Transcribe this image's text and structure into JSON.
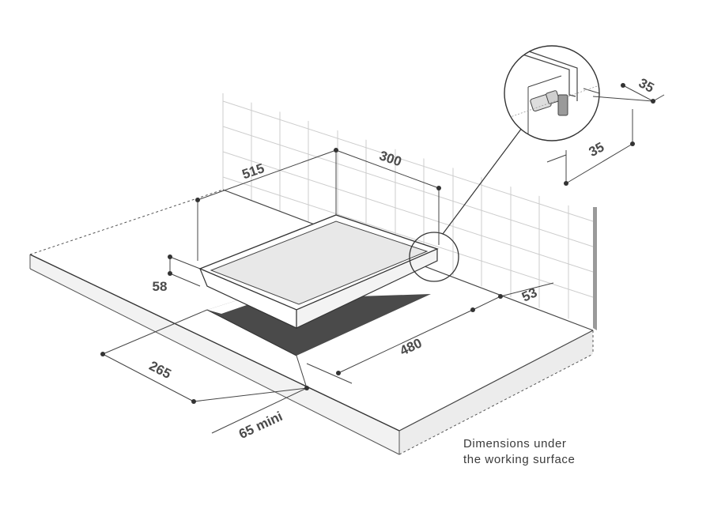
{
  "diagram": {
    "dimensions": {
      "depth": "515",
      "width_top": "300",
      "height": "58",
      "gap_back": "53",
      "cutout_width": "480",
      "cutout_depth": "265",
      "front_min": "65 mini",
      "detail_a": "35",
      "detail_b": "35"
    },
    "note": {
      "line1": "Dimensions under",
      "line2": "the working surface"
    },
    "colors": {
      "line": "#333333",
      "tile_line": "#c8c8c8",
      "cutout": "#4a4a4a",
      "surface": "#ffffff",
      "hob_top": "#e6e6e6"
    }
  }
}
